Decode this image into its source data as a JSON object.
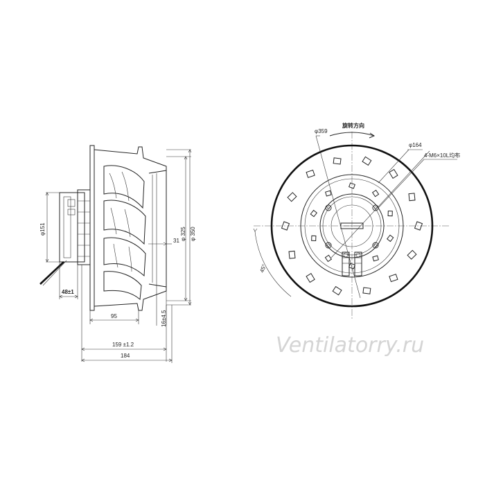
{
  "side_view": {
    "dims": {
      "d151": "φ151",
      "d325": "φ 325",
      "d350": "φ 350",
      "d31": "31",
      "d48": "48±1",
      "d95": "95",
      "d159": "159 ±1.2",
      "d184": "184",
      "d16": "16±4.5"
    }
  },
  "front_view": {
    "rotation_label": "旋转方向",
    "dims": {
      "d359": "φ359",
      "d164": "φ164",
      "holes": "4-M6×10L均布",
      "angle": "45°"
    }
  },
  "watermark": "Ventilatorry.ru"
}
